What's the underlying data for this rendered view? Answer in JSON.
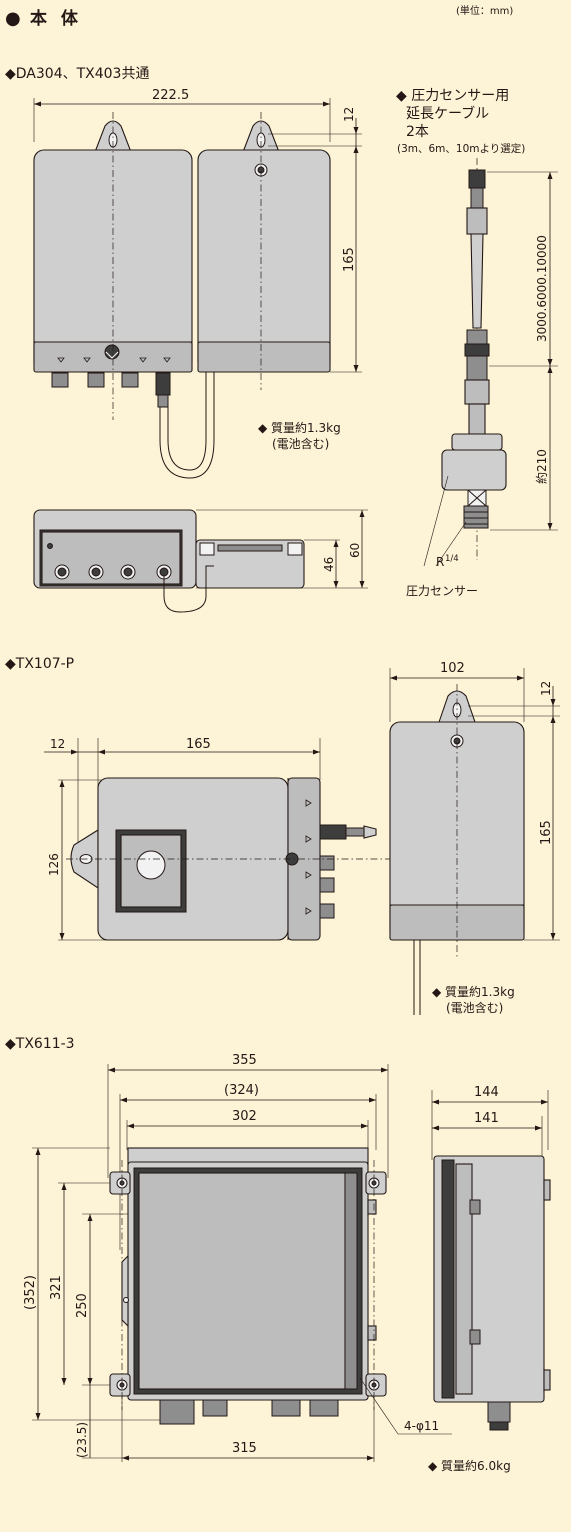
{
  "header": {
    "title_mark": "●",
    "title": "本 体",
    "unit": "(単位：mm)"
  },
  "section1": {
    "heading": "◆DA304、TX403共通",
    "dims": {
      "width": "222.5",
      "top_offset": "12",
      "height": "165",
      "h60": "60",
      "h46": "46"
    },
    "weight": {
      "line1": "◆ 質量約1.3kg",
      "line2": "(電池含む)"
    }
  },
  "cable": {
    "title_line1": "◆ 圧力センサー用",
    "title_line2": "延長ケーブル",
    "title_line3": "2本",
    "note": "(3m、6m、10mより選定)",
    "dim_length": "3000.6000.10000",
    "dim_sensor": "約210",
    "thread_main": "R",
    "thread_frac": "1/4",
    "sensor_label": "圧力センサー"
  },
  "section2": {
    "heading": "◆TX107-P",
    "dims": {
      "d12_left": "12",
      "d165_width": "165",
      "d126": "126",
      "d102": "102",
      "d12_right": "12",
      "d165_height": "165"
    },
    "weight": {
      "line1": "◆ 質量約1.3kg",
      "line2": "(電池含む)"
    }
  },
  "section3": {
    "heading": "◆TX611-3",
    "dims": {
      "d355": "355",
      "d324": "(324)",
      "d302": "302",
      "d352": "(352)",
      "d321": "321",
      "d250": "250",
      "d235": "(23.5)",
      "d315": "315",
      "holes": "4-φ11",
      "d144": "144",
      "d141": "141"
    },
    "weight": "◆ 質量約6.0kg"
  },
  "colors": {
    "background": "#fdf3d6",
    "body_gray": "#cfcfcf",
    "line": "#231815"
  }
}
